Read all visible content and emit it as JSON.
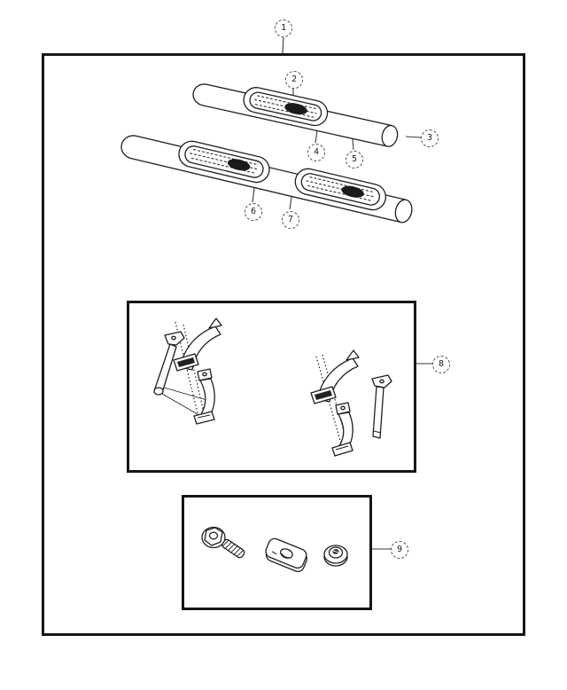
{
  "figure": {
    "background": "#ffffff",
    "line_color": "#1f1f1f",
    "box_border_color": "#161616"
  },
  "callouts": [
    {
      "label": "1"
    },
    {
      "label": "2"
    },
    {
      "label": "3"
    },
    {
      "label": "4"
    },
    {
      "label": "5"
    },
    {
      "label": "6"
    },
    {
      "label": "7"
    },
    {
      "label": "8"
    },
    {
      "label": "9"
    }
  ]
}
